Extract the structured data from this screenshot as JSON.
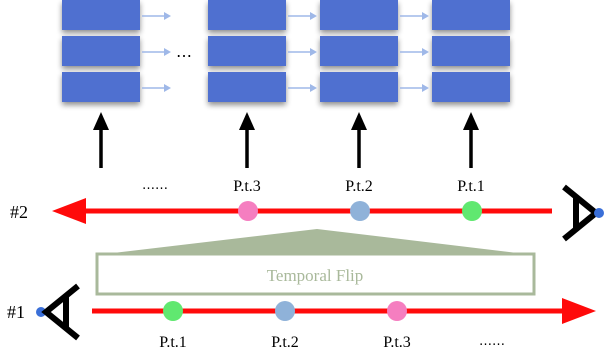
{
  "colors": {
    "block": "#4f6fd0",
    "block_shadow": "#9aa4bf",
    "small_arrow": "#9fb8e8",
    "timeline": "#ff0a0a",
    "flip": "#a9b99b",
    "pink": "#f57ec0",
    "blue": "#8fb2d9",
    "green": "#60e870",
    "eye_dot": "#3a6fd8"
  },
  "stack_ellipsis": "…",
  "timeline2": {
    "id": "#2",
    "points": [
      {
        "label": "P.t.3",
        "color": "pink"
      },
      {
        "label": "P.t.2",
        "color": "blue"
      },
      {
        "label": "P.t.1",
        "color": "green"
      }
    ],
    "ellipsis": "……"
  },
  "flip_label": "Temporal Flip",
  "timeline1": {
    "id": "#1",
    "points": [
      {
        "label": "P.t.1",
        "color": "green"
      },
      {
        "label": "P.t.2",
        "color": "blue"
      },
      {
        "label": "P.t.3",
        "color": "pink"
      }
    ],
    "ellipsis": "……"
  }
}
